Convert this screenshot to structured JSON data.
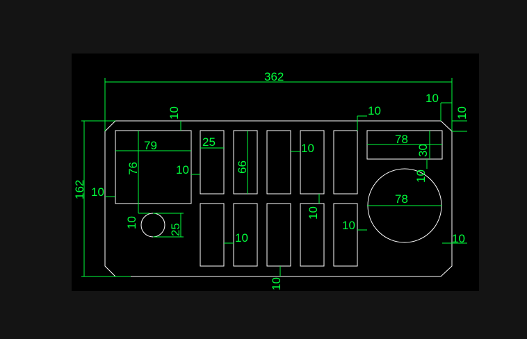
{
  "colors": {
    "background": "#141414",
    "viewport": "#000000",
    "geometry": "#ffffff",
    "dimension": "#00ff3c"
  },
  "dimensions": {
    "overall_width": "362",
    "overall_height": "162",
    "top_margin": "10",
    "corner_x": "10",
    "corner_y": "10",
    "left_margin": "10",
    "big_pocket_w": "79",
    "big_pocket_h": "76",
    "big_gap": "10",
    "slot_w": "25",
    "slot_h": "66",
    "slot_gap": "10",
    "slot_vgap": "10",
    "gap_bottom_left": "10",
    "right_gap_top": "10",
    "right_pocket_w": "78",
    "right_pocket_h": "30",
    "right_vgap": "10",
    "circle_big_d": "78",
    "right_gap_mid": "10",
    "right_margin": "10",
    "small_circle_gap": "10",
    "small_circle_d": "25",
    "bottom_margin": "10"
  }
}
